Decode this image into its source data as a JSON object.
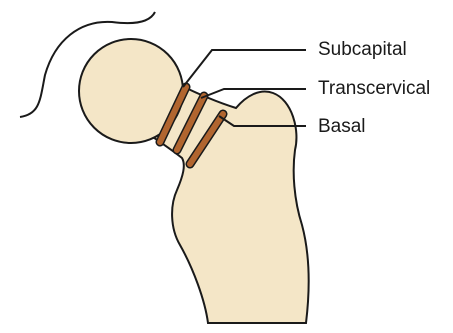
{
  "labels": {
    "subcapital": "Subcapital",
    "transcervical": "Transcervical",
    "basal": "Basal"
  },
  "colors": {
    "bone_fill": "#f4e6c7",
    "outline": "#1a1a1a",
    "fracture_band": "#b1652f"
  }
}
